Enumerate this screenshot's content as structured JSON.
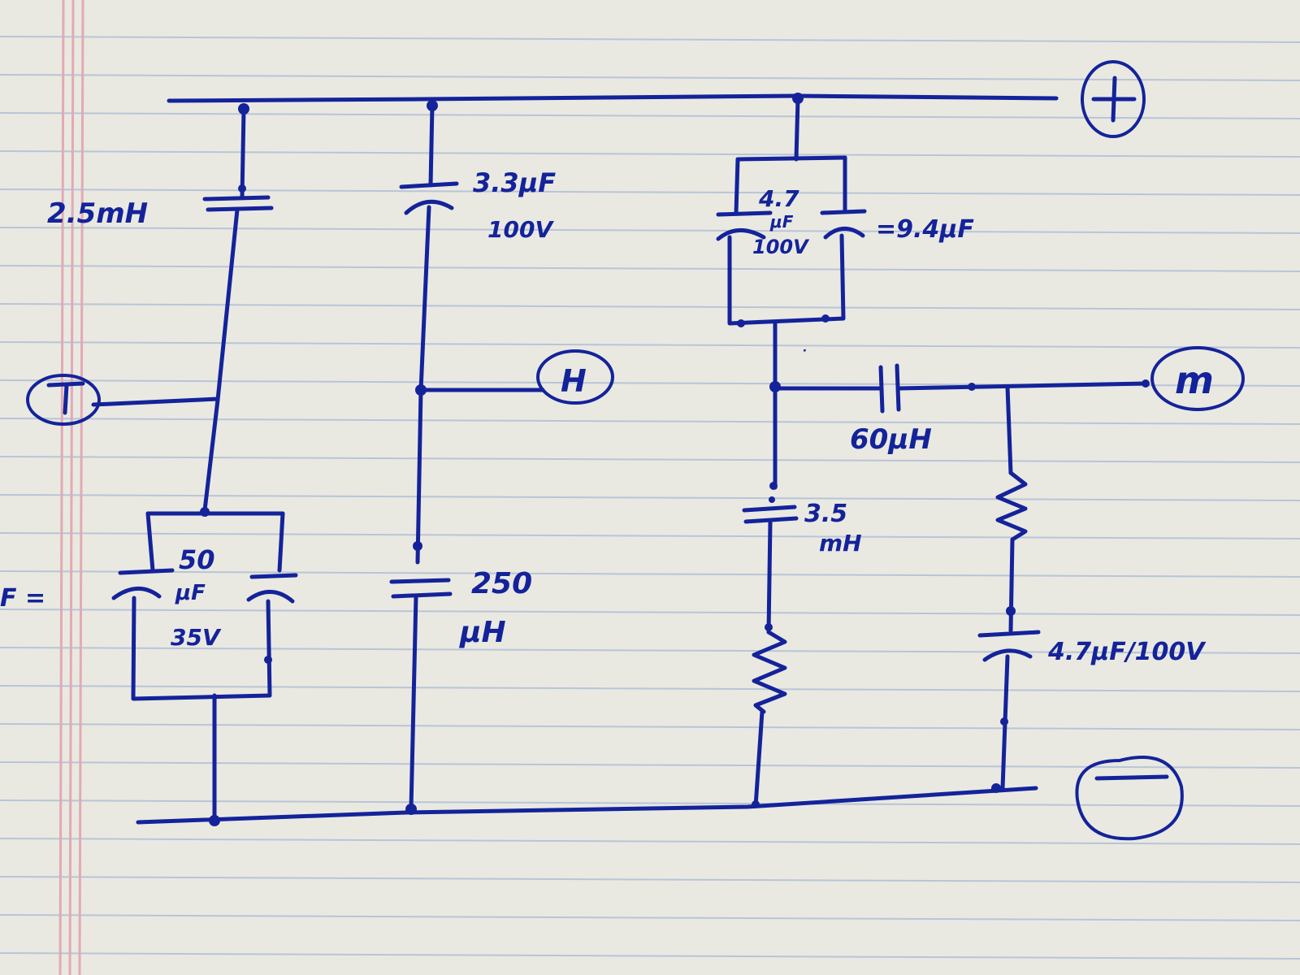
{
  "terminals": {
    "plus": "+",
    "minus": "—",
    "t": "T",
    "h": "H",
    "m": "m"
  },
  "labels": {
    "l_2_5mh": "2.5mH",
    "c_3_3uf": "3.3μF",
    "c_3_3uf_volt": "100V",
    "c_4_7uf_pair_value": "4.7",
    "c_4_7uf_pair_unit": "μF",
    "c_4_7uf_pair_volt": "100V",
    "c_4_7uf_pair_total": "=9.4μF",
    "c_50uf_value": "50",
    "c_50uf_unit": "μF",
    "c_50uf_volt": "35V",
    "left_total_frag": "F =",
    "l_60uh": "60μH",
    "l_250uh_value": "250",
    "l_250uh_unit": "μH",
    "l_3_5mh_value": "3.5",
    "l_3_5mh_unit": "mH",
    "c_4_7uf_single": "4.7μF/100V"
  },
  "colors": {
    "ink": "#14239a",
    "paper": "#e9e9e2",
    "rule": "#b9c4d6",
    "margin": "#e3a9b5"
  }
}
